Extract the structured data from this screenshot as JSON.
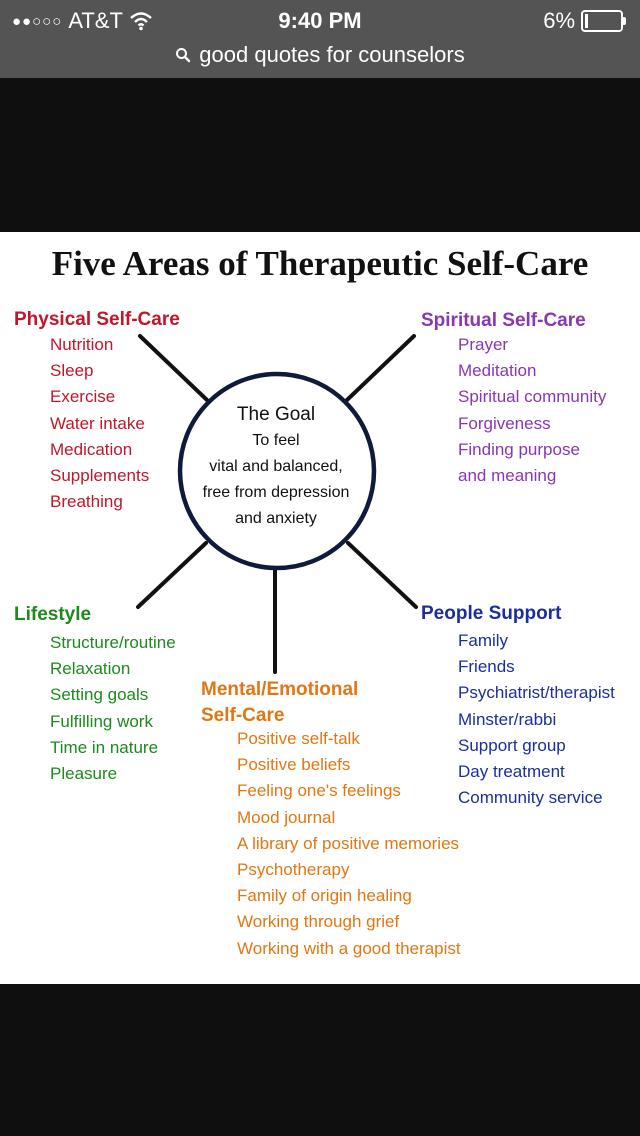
{
  "statusbar": {
    "carrier": "AT&T",
    "time": "9:40 PM",
    "battery": "6%",
    "search_query": "good quotes for counselors"
  },
  "icons": {
    "signal": "signal-dots-icon",
    "wifi": "wifi-icon",
    "battery": "battery-icon",
    "search": "search-icon"
  },
  "image": {
    "title": "Five Areas of Therapeutic Self-Care",
    "goal": {
      "title": "The Goal",
      "lines": [
        "To feel",
        "vital and balanced,",
        "free from depression",
        "and anxiety"
      ]
    },
    "physical": {
      "heading": "Physical Self-Care",
      "items": [
        "Nutrition",
        "Sleep",
        "Exercise",
        "Water intake",
        "Medication",
        "Supplements",
        "Breathing"
      ]
    },
    "spiritual": {
      "heading": "Spiritual Self-Care",
      "items": [
        "Prayer",
        "Meditation",
        "Spiritual community",
        "Forgiveness",
        "Finding purpose",
        "and meaning"
      ]
    },
    "lifestyle": {
      "heading": "Lifestyle",
      "items": [
        "Structure/routine",
        "Relaxation",
        "Setting goals",
        "Fulfilling work",
        "Time in nature",
        "Pleasure"
      ]
    },
    "people": {
      "heading": "People Support",
      "items": [
        "Family",
        "Friends",
        "Psychiatrist/therapist",
        "Minster/rabbi",
        "Support group",
        "Day treatment",
        "Community service"
      ]
    },
    "mental": {
      "heading_line1": "Mental/Emotional",
      "heading_line2": "Self-Care",
      "items": [
        "Positive self-talk",
        "Positive beliefs",
        "Feeling one's feelings",
        "Mood journal",
        "A library of positive memories",
        "Psychotherapy",
        "Family of origin healing",
        "Working through grief",
        "Working with a good therapist"
      ]
    }
  },
  "colors": {
    "physical": "#c0172b",
    "spiritual": "#8a36b3",
    "lifestyle": "#1c8a1c",
    "mental": "#e07713",
    "people": "#1a2e9e"
  }
}
